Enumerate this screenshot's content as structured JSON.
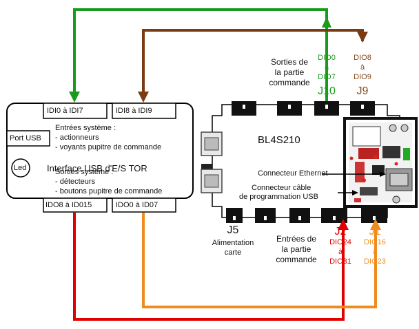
{
  "interface_box": {
    "title": "Interface USB d'E/S TOR",
    "port_usb": "Port USB",
    "led": "Led",
    "in_top_left": "IDI0 à IDI7",
    "in_top_right": "IDI8 à IDI9",
    "out_bottom_left": "IDO8 à ID015",
    "out_bottom_right": "IDO0 à ID07",
    "entries_title": "Entrées système :",
    "entries_line1": "- actionneurs",
    "entries_line2": "- voyants pupitre de commande",
    "outputs_title": "Sorties système :",
    "outputs_line1": "- détecteurs",
    "outputs_line2": "- boutons pupitre de commande"
  },
  "board": {
    "name": "BL4S210",
    "ethernet": "Connecteur Ethernet",
    "usb_prog_line1": "Connecteur câble",
    "usb_prog_line2": "de programmation USB",
    "sorties_line1": "Sorties de",
    "sorties_line2": "la partie",
    "sorties_line3": "commande",
    "entrees_line1": "Entrées de",
    "entrees_line2": "la partie",
    "entrees_line3": "commande",
    "j10": "J10",
    "j9": "J9",
    "j5": "J5",
    "j2": "J2",
    "j1": "J1",
    "j5_desc_line1": "Alimentation",
    "j5_desc_line2": "carte",
    "dio0": "DIO0",
    "dio0_a": "à",
    "dio7": "DIO7",
    "dio8": "DIO8",
    "dio8_a": "à",
    "dio9": "DIO9",
    "dio24": "DIO24",
    "dio24_a": "à",
    "dio31": "DIO31",
    "dio16": "DIO16",
    "dio16_a": "à",
    "dio23": "DIO23"
  },
  "colors": {
    "green": "#1a9a1a",
    "brown": "#7a3c12",
    "red": "#e00000",
    "orange": "#f08c1e"
  }
}
